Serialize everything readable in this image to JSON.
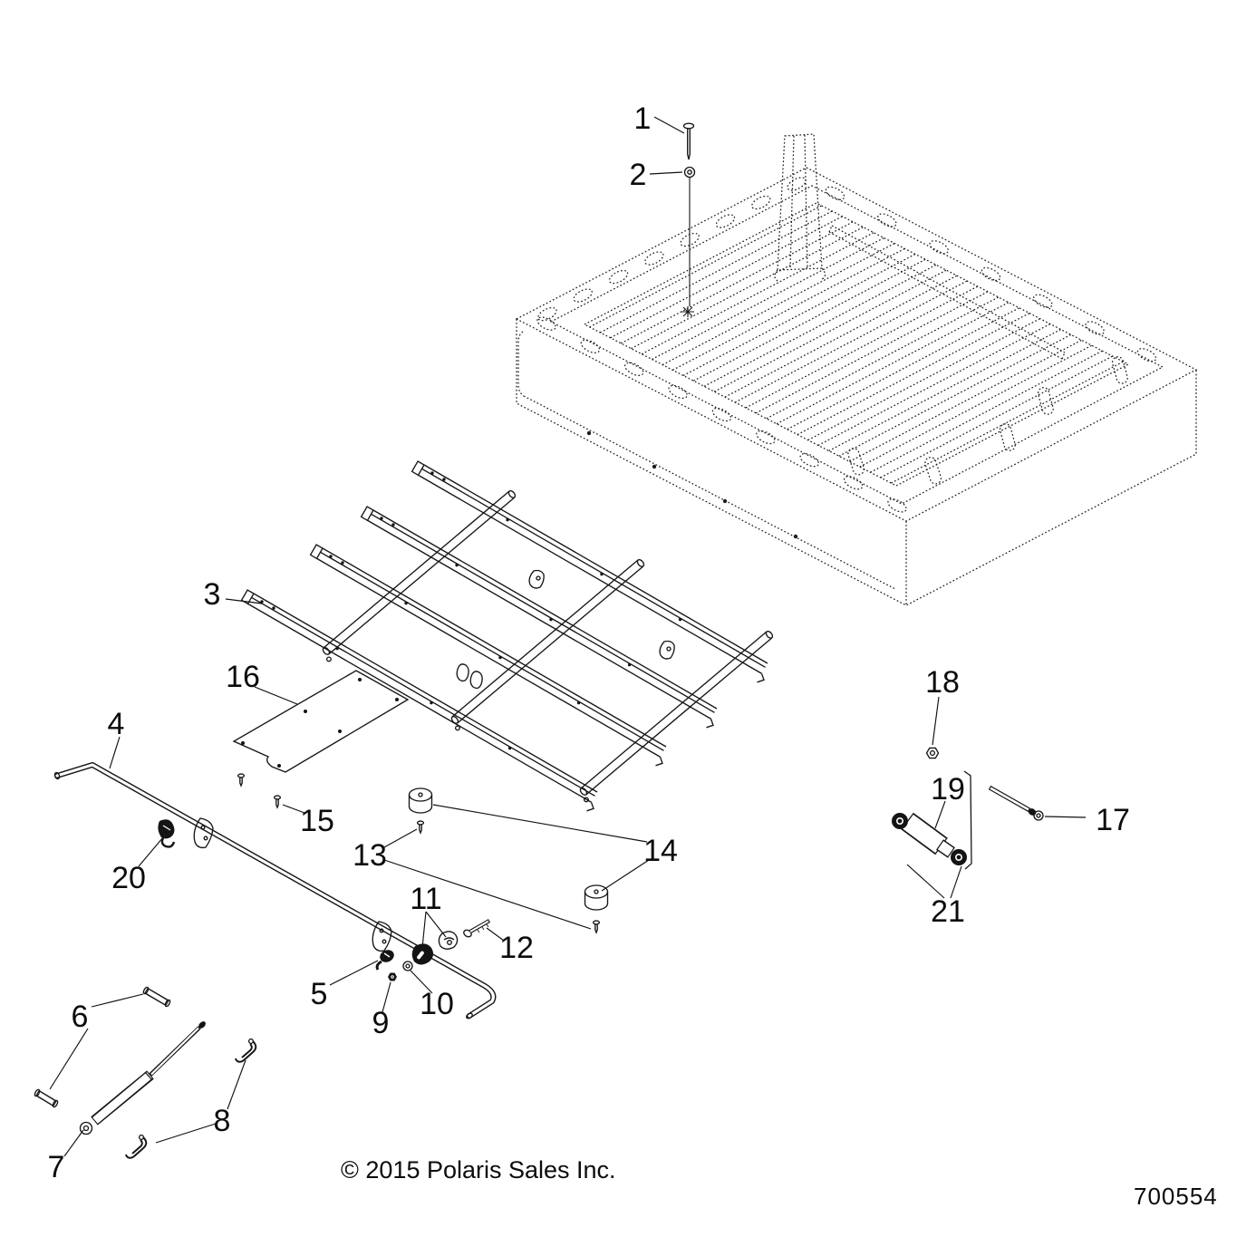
{
  "figure": {
    "copyright": "© 2015 Polaris Sales Inc.",
    "part_number": "700554",
    "callouts": [
      {
        "n": "1"
      },
      {
        "n": "2"
      },
      {
        "n": "3"
      },
      {
        "n": "4"
      },
      {
        "n": "5"
      },
      {
        "n": "6"
      },
      {
        "n": "7"
      },
      {
        "n": "8"
      },
      {
        "n": "9"
      },
      {
        "n": "10"
      },
      {
        "n": "11"
      },
      {
        "n": "12"
      },
      {
        "n": "13"
      },
      {
        "n": "14"
      },
      {
        "n": "15"
      },
      {
        "n": "16"
      },
      {
        "n": "17"
      },
      {
        "n": "18"
      },
      {
        "n": "19"
      },
      {
        "n": "20"
      },
      {
        "n": "21"
      }
    ]
  }
}
